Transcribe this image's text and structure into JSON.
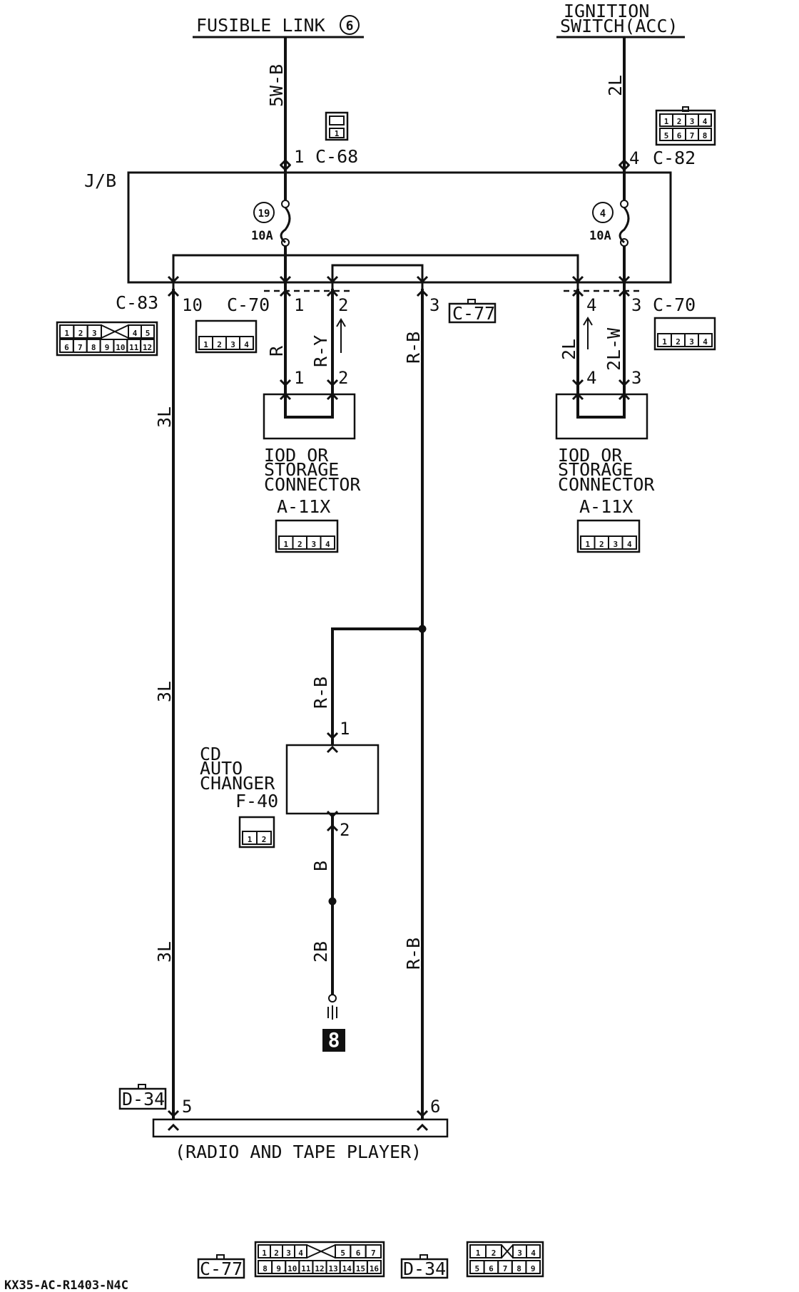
{
  "sources": {
    "fusible_link": "FUSIBLE LINK",
    "fusible_link_num": "6",
    "ignition_line1": "IGNITION",
    "ignition_line2": "SWITCH(ACC)"
  },
  "junction_block": {
    "label": "J/B",
    "fuse_left": {
      "number": "19",
      "rating": "10A"
    },
    "fuse_right": {
      "number": "4",
      "rating": "10A"
    }
  },
  "wires": {
    "fusible_feed": "5W-B",
    "ignition_feed": "2L",
    "left_trunk_1": "3L",
    "left_trunk_2": "3L",
    "left_trunk_3": "3L",
    "iod_left_a": "R",
    "iod_left_b": "R-Y",
    "iod_right_a": "2L",
    "iod_right_b": "2L-W",
    "rb_upper": "R-B",
    "cd_feed": "R-B",
    "cd_ground": "B",
    "ground_wire": "2B",
    "rb_lower": "R-B"
  },
  "connectors": {
    "c68": "C-68",
    "c82": "C-82",
    "c83": "C-83",
    "c70_left": "C-70",
    "c70_right": "C-70",
    "c77": "C-77",
    "a11x_left": "A-11X",
    "a11x_right": "A-11X",
    "f40": "F-40",
    "d34": "D-34"
  },
  "pins": {
    "c68_pin": "1",
    "c82_pin": "4",
    "c83_pin": "10",
    "c70_left_pin1": "1",
    "c70_left_pin2": "2",
    "c77_pin": "3",
    "c70_right_pin4": "4",
    "c70_right_pin3": "3",
    "iod_left_pin1": "1",
    "iod_left_pin2": "2",
    "iod_right_pin4": "4",
    "iod_right_pin3": "3",
    "cd_pin1": "1",
    "cd_pin2": "2",
    "radio_pin5": "5",
    "radio_pin6": "6"
  },
  "components": {
    "iod_left": [
      "IOD OR",
      "STORAGE",
      "CONNECTOR"
    ],
    "iod_right": [
      "IOD OR",
      "STORAGE",
      "CONNECTOR"
    ],
    "cd_changer": [
      "CD",
      "AUTO",
      "CHANGER"
    ],
    "radio": "(RADIO AND TAPE PLAYER)",
    "ground_point": "8"
  },
  "connector_faces": {
    "c68_face": [
      "1"
    ],
    "c82_face": [
      [
        "1",
        "2",
        "3",
        "4"
      ],
      [
        "5",
        "6",
        "7",
        "8"
      ]
    ],
    "c83_face": [
      [
        "1",
        "2",
        "3",
        "4",
        "5"
      ],
      [
        "6",
        "7",
        "8",
        "9",
        "10",
        "11",
        "12"
      ]
    ],
    "c70_face": [
      "1",
      "2",
      "3",
      "4"
    ],
    "a11x_face": [
      "1",
      "2",
      "3",
      "4"
    ],
    "f40_face": [
      "1",
      "2"
    ],
    "legend_big_face": [
      [
        "1",
        "2",
        "3",
        "4",
        "5",
        "6",
        "7"
      ],
      [
        "8",
        "9",
        "10",
        "11",
        "12",
        "13",
        "14",
        "15",
        "16"
      ]
    ],
    "legend_d34_face": [
      [
        "1",
        "2",
        "3",
        "4"
      ],
      [
        "5",
        "6",
        "7",
        "8",
        "9"
      ]
    ]
  },
  "legend": {
    "c77": "C-77",
    "d34": "D-34"
  },
  "figure_code": "KX35-AC-R1403-N4C"
}
